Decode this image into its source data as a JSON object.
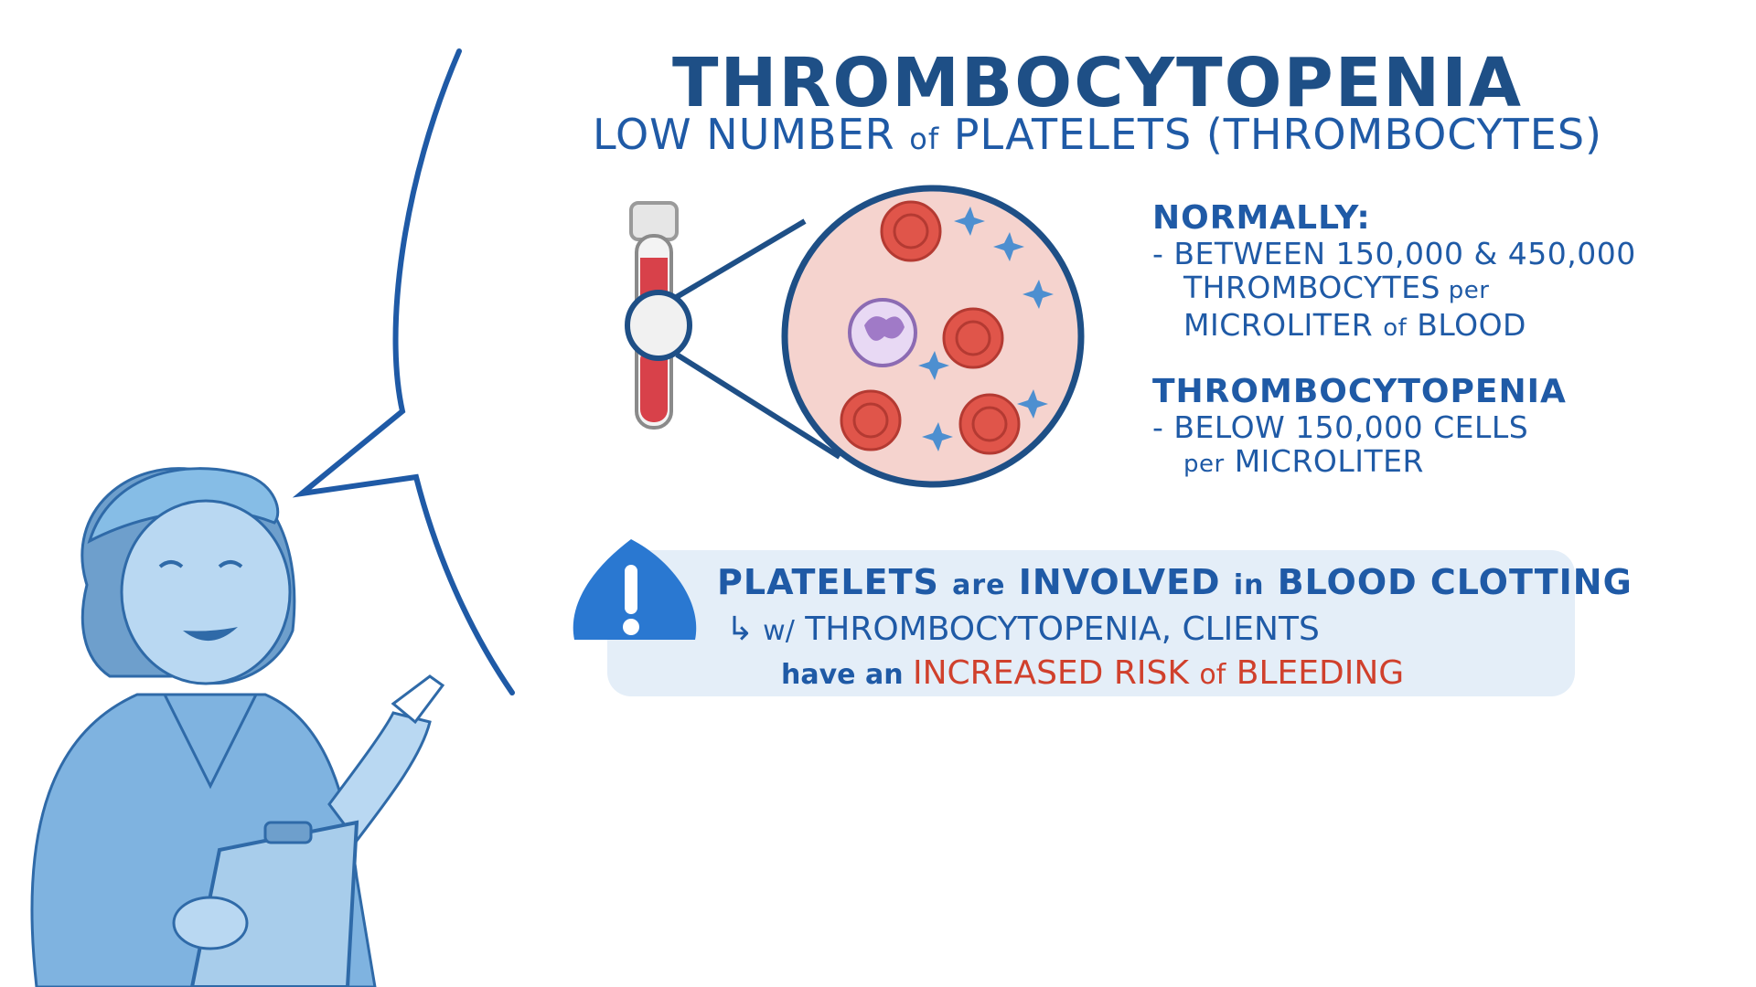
{
  "title": "THROMBOCYTOPENIA",
  "subtitle": {
    "part1": "LOW NUMBER ",
    "of": "of",
    "part2": " PLATELETS (THROMBOCYTES)"
  },
  "normally": {
    "heading": "NORMALLY:",
    "line1": "- BETWEEN 150,000 & 450,000",
    "line2_main": "THROMBOCYTES",
    "line2_small": " per",
    "line3_main": "MICROLITER ",
    "line3_small": "of",
    "line3_end": " BLOOD"
  },
  "thrombocytopenia": {
    "heading": "THROMBOCYTOPENIA",
    "line1": "- BELOW 150,000 CELLS",
    "line2_small": "per",
    "line2_main": " MICROLITER"
  },
  "note": {
    "l1_a": "PLATELETS ",
    "l1_are": "are",
    "l1_b": " INVOLVED ",
    "l1_in": "in",
    "l1_c": " BLOOD CLOTTING",
    "l2_arrow": "↳",
    "l2_small": "w/",
    "l2_main": " THROMBOCYTOPENIA, CLIENTS",
    "l3_small": "have an ",
    "l3_red": "INCREASED RISK ",
    "l3_of": "of",
    "l3_red2": " BLEEDING"
  },
  "colors": {
    "title": "#1e4f86",
    "text": "#1f5aa6",
    "red": "#d0402c",
    "note_bg": "#e4eef8",
    "rbc": "#e0554a",
    "platelet": "#4d8fd0"
  },
  "icons": [
    "test-tube-icon",
    "magnifier-circle-icon",
    "warning-icon",
    "nurse-illustration"
  ]
}
